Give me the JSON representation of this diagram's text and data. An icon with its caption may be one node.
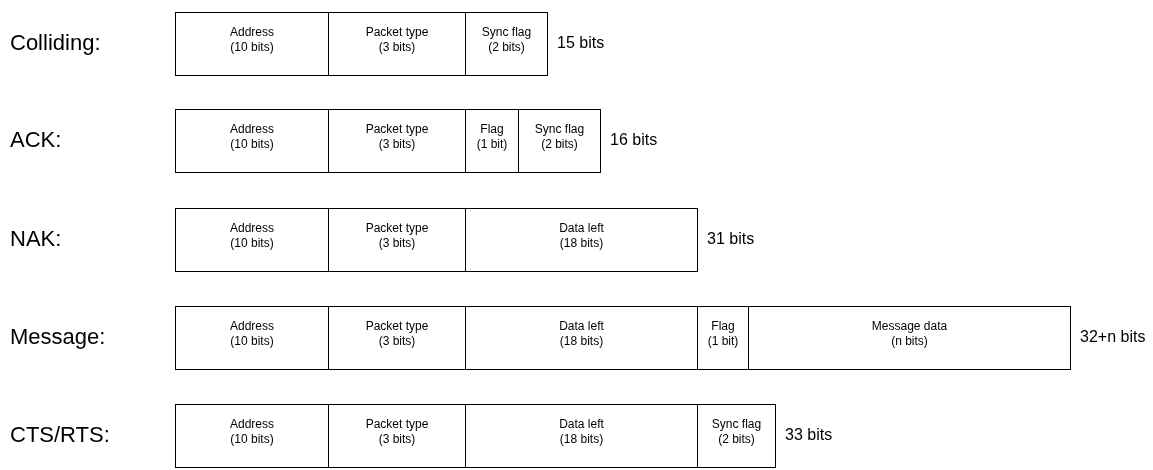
{
  "diagram": {
    "nodes": [
      {
        "text": [
          "Address",
          "(10 bits)"
        ]
      },
      {
        "text": [
          "Packet type",
          "(3 bits)"
        ]
      },
      {
        "text": [
          "Sync flag",
          "(2 bits)"
        ]
      },
      {
        "text": [
          "Address",
          "(10 bits)"
        ]
      },
      {
        "text": [
          "Packet type",
          "(3 bits)"
        ]
      },
      {
        "text": [
          "Flag",
          "(1 bit)"
        ]
      },
      {
        "text": [
          "Sync flag",
          "(2 bits)"
        ]
      },
      {
        "text": [
          "Address",
          "(10 bits)"
        ]
      },
      {
        "text": [
          "Packet type",
          "(3 bits)"
        ]
      },
      {
        "text": [
          "Data left",
          "(18 bits)"
        ]
      },
      {
        "text": [
          "Address",
          "(10 bits)"
        ]
      },
      {
        "text": [
          "Packet type",
          "(3 bits)"
        ]
      },
      {
        "text": [
          "Data left",
          "(18 bits)"
        ]
      },
      {
        "text": [
          "Flag",
          "(1 bit)"
        ]
      },
      {
        "text": [
          "Message data",
          "(n bits)"
        ]
      },
      {
        "text": [
          "Address",
          "(10 bits)"
        ]
      },
      {
        "text": [
          "Packet type",
          "(3 bits)"
        ]
      },
      {
        "text": [
          "Data left",
          "(18 bits)"
        ]
      },
      {
        "text": [
          "Sync flag",
          "(2 bits)"
        ]
      }
    ],
    "edges": [],
    "labels": [
      "Colliding:",
      "15 bits",
      "ACK:",
      "16 bits",
      "NAK:",
      "31 bits",
      "Message:",
      "32+n bits",
      "CTS/RTS:",
      "33 bits"
    ]
  }
}
